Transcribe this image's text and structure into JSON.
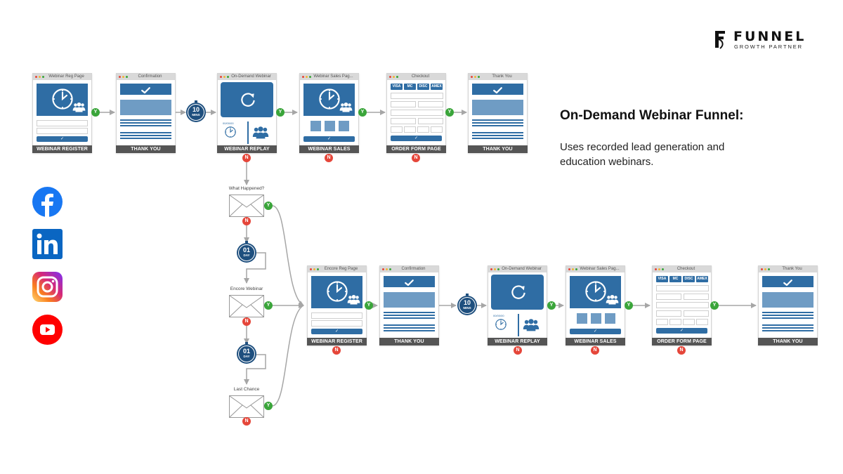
{
  "brand": {
    "name": "FUNNEL",
    "tagline": "GROWTH PARTNER",
    "logo_icon": "funnel-f-monogram-icon"
  },
  "info": {
    "title": "On-Demand Webinar Funnel:",
    "description": "Uses recorded lead generation and education webinars."
  },
  "colors": {
    "primary_blue": "#2f6da4",
    "light_blue": "#6f9cc4",
    "timer_navy": "#1e4f7e",
    "footer_gray": "#555555",
    "yes_green": "#3aa53a",
    "no_red": "#e5463a",
    "connector_gray": "#a6a6a6"
  },
  "social": [
    {
      "name": "facebook",
      "icon": "facebook-icon",
      "color": "#1877f2"
    },
    {
      "name": "linkedin",
      "icon": "linkedin-icon",
      "color": "#0a66c2"
    },
    {
      "name": "instagram",
      "icon": "instagram-icon",
      "color": "#e1306c"
    },
    {
      "name": "youtube",
      "icon": "youtube-icon",
      "color": "#ff0000"
    }
  ],
  "badges": {
    "yes": "Y",
    "no": "N"
  },
  "row1": {
    "cards": [
      {
        "title": "Webinar Reg Page",
        "footer": "WEBINAR REGISTER",
        "type": "register"
      },
      {
        "title": "Confirmation",
        "footer": "THANK YOU",
        "type": "thankyou"
      },
      {
        "title": "On-Demand Webinar",
        "footer": "WEBINAR REPLAY",
        "type": "replay",
        "date": "00/00/00"
      },
      {
        "title": "Webinar Sales Pag...",
        "footer": "WEBINAR SALES",
        "type": "sales"
      },
      {
        "title": "Checkout",
        "footer": "ORDER FORM PAGE",
        "type": "checkout"
      },
      {
        "title": "Thank You",
        "footer": "THANK YOU",
        "type": "thankyou"
      }
    ],
    "timer": {
      "value": "10",
      "unit": "MINS"
    }
  },
  "emails": [
    {
      "label": "What Happened?"
    },
    {
      "label": "Encore Webinar"
    },
    {
      "label": "Last Chance"
    }
  ],
  "delays": [
    {
      "value": "01",
      "unit": "DAY"
    },
    {
      "value": "01",
      "unit": "DAY"
    }
  ],
  "row2": {
    "cards": [
      {
        "title": "Encore Reg Page",
        "footer": "WEBINAR REGISTER",
        "type": "register"
      },
      {
        "title": "Confirmation",
        "footer": "THANK YOU",
        "type": "thankyou"
      },
      {
        "title": "On-Demand Webinar",
        "footer": "WEBINAR REPLAY",
        "type": "replay",
        "date": "00/00/00"
      },
      {
        "title": "Webinar Sales Pag...",
        "footer": "WEBINAR SALES",
        "type": "sales"
      },
      {
        "title": "Checkout",
        "footer": "ORDER FORM PAGE",
        "type": "checkout"
      },
      {
        "title": "Thank You",
        "footer": "THANK YOU",
        "type": "thankyou"
      }
    ],
    "timer": {
      "value": "10",
      "unit": "MINS"
    }
  },
  "payment_cards": [
    "VISA",
    "MC",
    "DISC",
    "AMEX"
  ]
}
